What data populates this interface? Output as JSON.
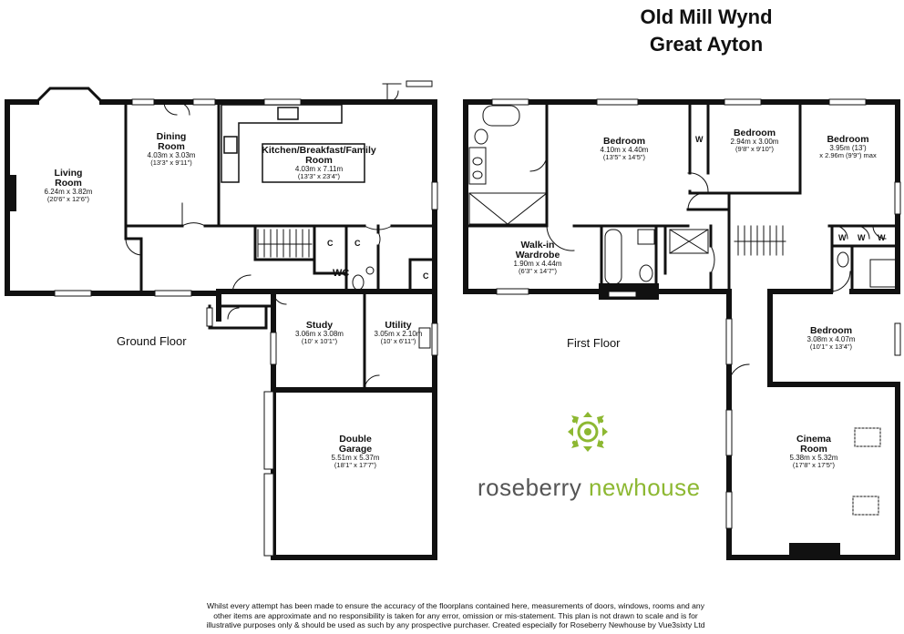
{
  "header": {
    "line1": "Old Mill Wynd",
    "line2": "Great Ayton"
  },
  "floors": {
    "ground": "Ground Floor",
    "first": "First Floor"
  },
  "rooms": {
    "living": {
      "name1": "Living",
      "name2": "Room",
      "dim": "6.24m x 3.82m",
      "imp": "(20'6\" x 12'6\")"
    },
    "dining": {
      "name1": "Dining",
      "name2": "Room",
      "dim": "4.03m x 3.03m",
      "imp": "(13'3\" x 9'11\")"
    },
    "kitchen": {
      "name1": "Kitchen/Breakfast/Family",
      "name2": "Room",
      "dim": "4.03m x 7.11m",
      "imp": "(13'3\" x 23'4\")"
    },
    "study": {
      "name": "Study",
      "dim": "3.06m x 3.08m",
      "imp": "(10' x 10'1\")"
    },
    "utility": {
      "name": "Utility",
      "dim": "3.05m x 2.10m",
      "imp": "(10' x 6'11\")"
    },
    "garage": {
      "name1": "Double",
      "name2": "Garage",
      "dim": "5.51m x 5.37m",
      "imp": "(18'1\" x 17'7\")"
    },
    "wc": "WC",
    "cupboard": "C",
    "wardrobe": "W",
    "bed1": {
      "name": "Bedroom",
      "dim": "4.10m x 4.40m",
      "imp": "(13'5\" x 14'5\")"
    },
    "bed2": {
      "name": "Bedroom",
      "dim": "2.94m x 3.00m",
      "imp": "(9'8\" x 9'10\")"
    },
    "bed3": {
      "name": "Bedroom",
      "dim": "3.95m (13')",
      "imp": "x 2.96m (9'9\") max"
    },
    "walkin": {
      "name1": "Walk-in",
      "name2": "Wardrobe",
      "dim": "1.90m x 4.44m",
      "imp": "(6'3\" x 14'7\")"
    },
    "bed4": {
      "name": "Bedroom",
      "dim": "3.08m x 4.07m",
      "imp": "(10'1\" x 13'4\")"
    },
    "cinema": {
      "name1": "Cinema",
      "name2": "Room",
      "dim": "5.38m x 5.32m",
      "imp": "(17'8\" x 17'5\")"
    }
  },
  "brand": {
    "part1": "roseberry ",
    "part2": "newhouse"
  },
  "disclaimer": {
    "line1": "Whilst every attempt has been made to ensure the accuracy of the floorplans contained here, measurements of doors, windows, rooms and any",
    "line2": "other items are approximate and no responsibility is taken for any error, omission or mis-statement. This plan is not drawn to scale and is for",
    "line3": "illustrative purposes only & should be used as such by any prospective purchaser. Created especially for Roseberry Newhouse by Vue3sixty Ltd"
  }
}
